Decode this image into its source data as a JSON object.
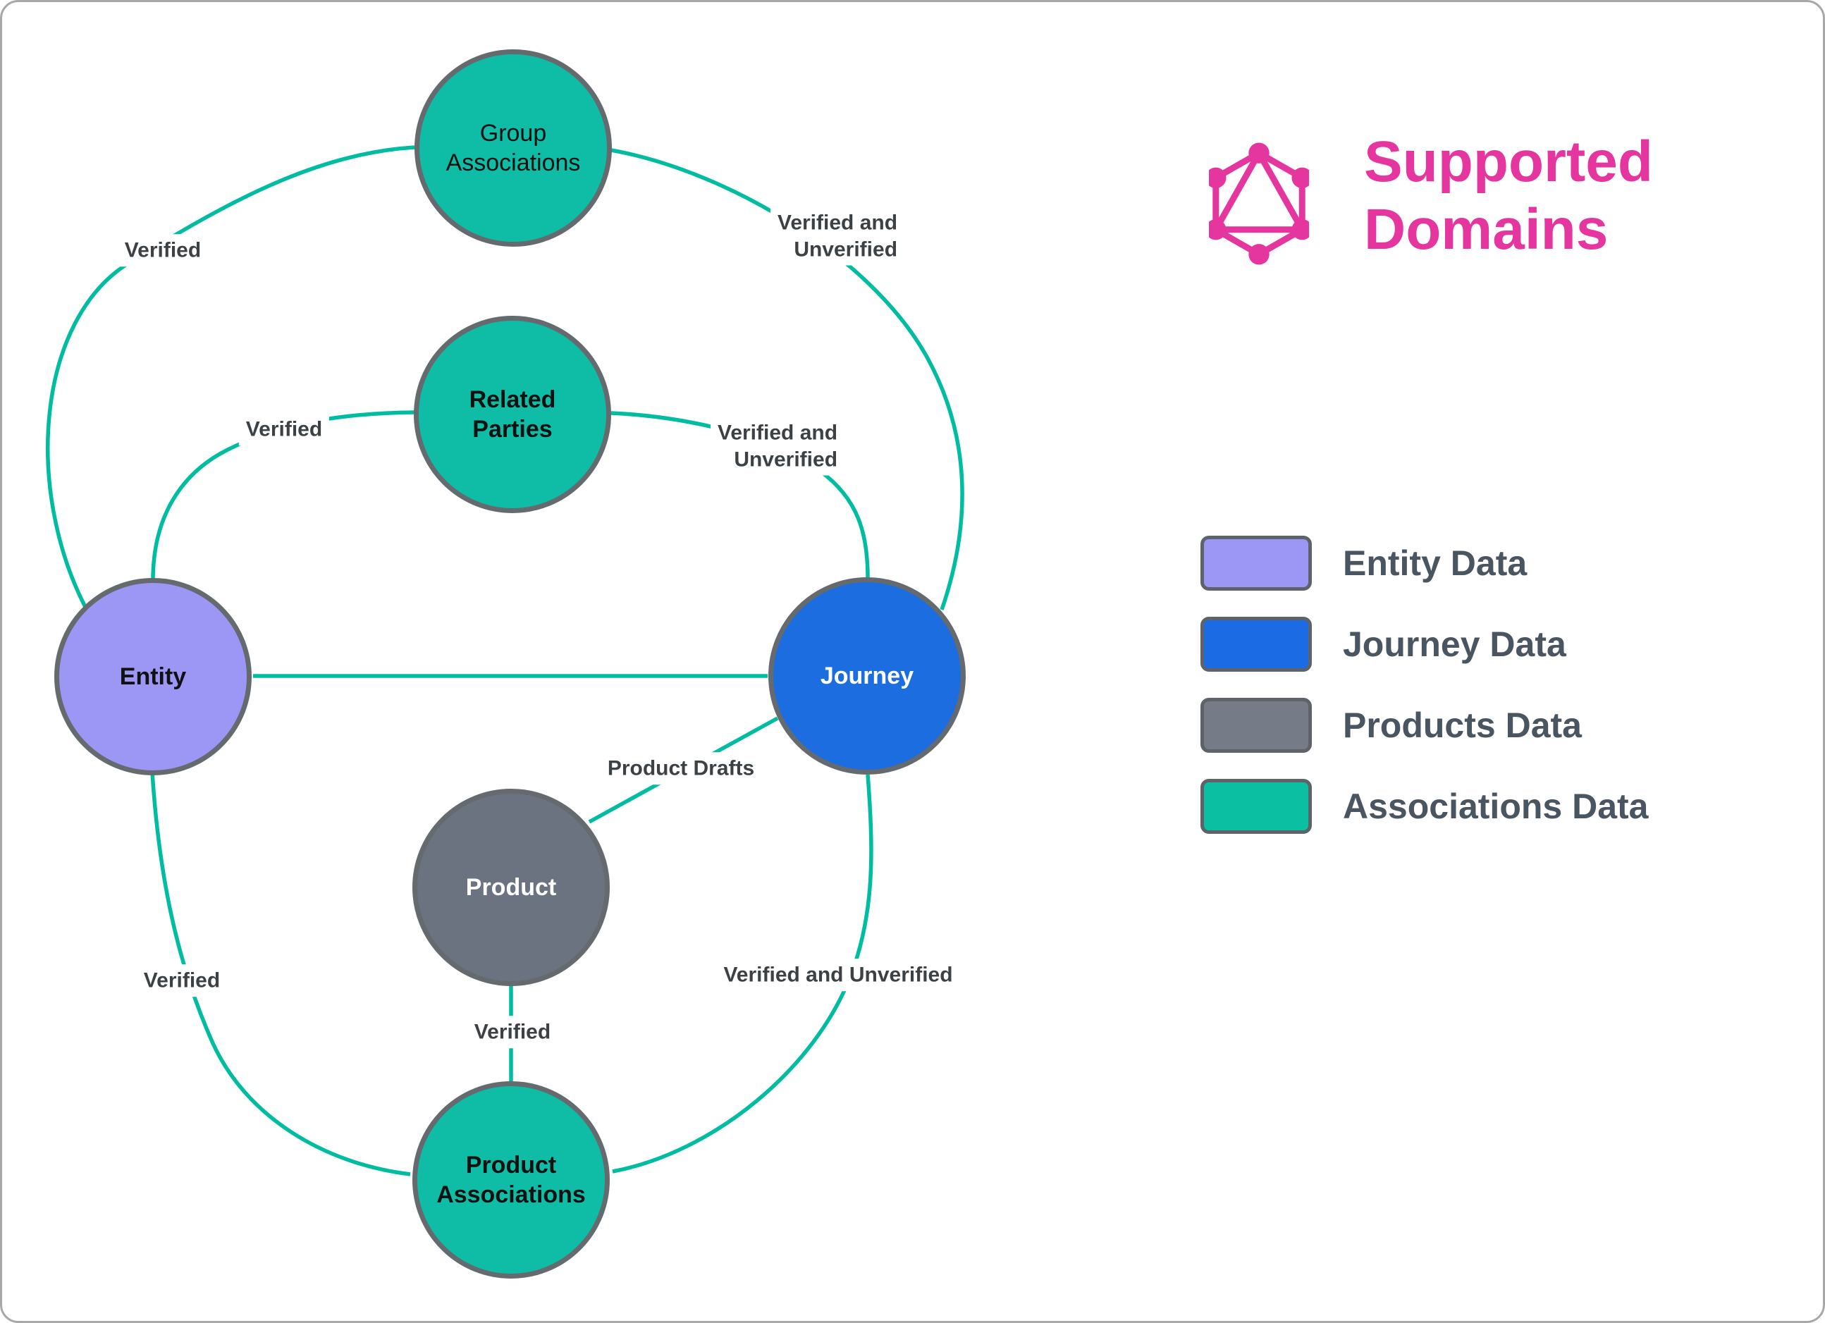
{
  "page": {
    "background_color": "#ffffff",
    "border_color": "#a8a8a8"
  },
  "header": {
    "logo_icon": "graphql-logo",
    "logo_color": "#e5359f",
    "title_line1": "Supported",
    "title_line2": "Domains",
    "title_color": "#e5359f"
  },
  "diagram": {
    "nodes": [
      {
        "id": "group-associations",
        "label": "Group\nAssociations",
        "fill": "#0fbda6",
        "text_color": "#111111",
        "bold": false
      },
      {
        "id": "related-parties",
        "label": "Related\nParties",
        "fill": "#0fbda6",
        "text_color": "#111111",
        "bold": true
      },
      {
        "id": "entity",
        "label": "Entity",
        "fill": "#9c96f5",
        "text_color": "#111111",
        "bold": true
      },
      {
        "id": "journey",
        "label": "Journey",
        "fill": "#1c6de0",
        "text_color": "#ffffff",
        "bold": true
      },
      {
        "id": "product",
        "label": "Product",
        "fill": "#6b7380",
        "text_color": "#ffffff",
        "bold": true
      },
      {
        "id": "product-associations",
        "label": "Product\nAssociations",
        "fill": "#0fbda6",
        "text_color": "#111111",
        "bold": true
      }
    ],
    "edges": [
      {
        "from": "entity",
        "to": "group-associations",
        "label": "Verified"
      },
      {
        "from": "group-associations",
        "to": "journey",
        "label": "Verified and\nUnverified"
      },
      {
        "from": "entity",
        "to": "related-parties",
        "label": "Verified"
      },
      {
        "from": "related-parties",
        "to": "journey",
        "label": "Verified and\nUnverified"
      },
      {
        "from": "entity",
        "to": "journey",
        "label": ""
      },
      {
        "from": "product",
        "to": "journey",
        "label": "Product Drafts"
      },
      {
        "from": "product",
        "to": "product-associations",
        "label": "Verified"
      },
      {
        "from": "entity",
        "to": "product-associations",
        "label": "Verified"
      },
      {
        "from": "journey",
        "to": "product-associations",
        "label": "Verified and Unverified"
      }
    ],
    "edge_color": "#00bca1"
  },
  "legend": {
    "items": [
      {
        "label": "Entity Data",
        "color": "#9c96f5"
      },
      {
        "label": "Journey Data",
        "color": "#1b6ce4"
      },
      {
        "label": "Products Data",
        "color": "#757c87"
      },
      {
        "label": "Associations Data",
        "color": "#0abfa2"
      }
    ]
  }
}
